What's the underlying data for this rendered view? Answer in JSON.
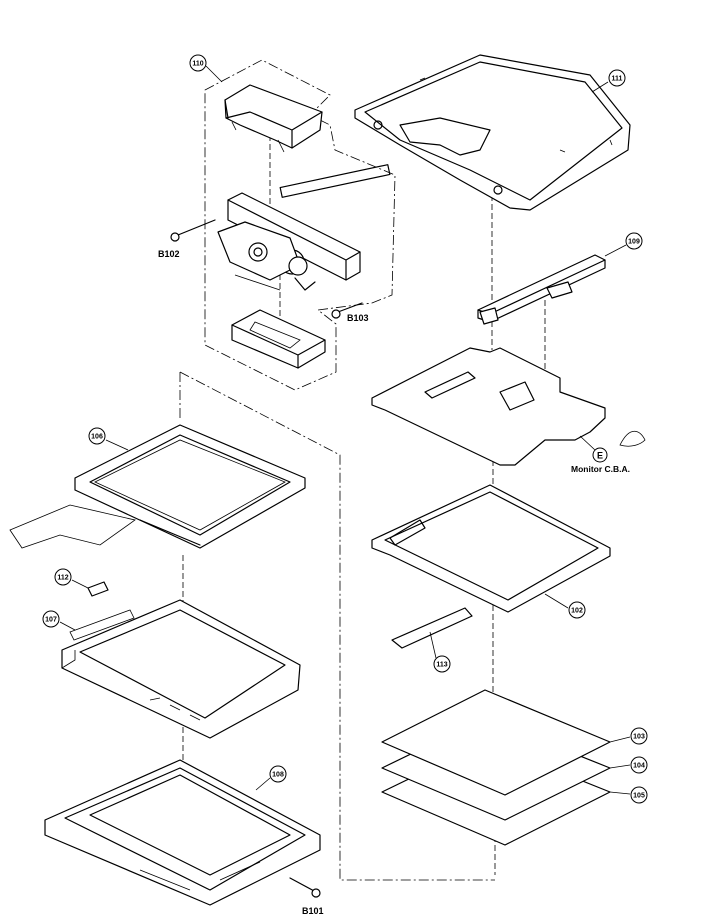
{
  "callouts": {
    "c110": "110",
    "c111": "111",
    "c109": "109",
    "c106": "106",
    "c112": "112",
    "c107": "107",
    "c102": "102",
    "c113": "113",
    "c103": "103",
    "c104": "104",
    "c105": "105",
    "c108": "108"
  },
  "labels": {
    "b102": "B102",
    "b103": "B103",
    "b101": "B101",
    "e_marker": "E",
    "monitor": "Monitor C.B.A."
  }
}
